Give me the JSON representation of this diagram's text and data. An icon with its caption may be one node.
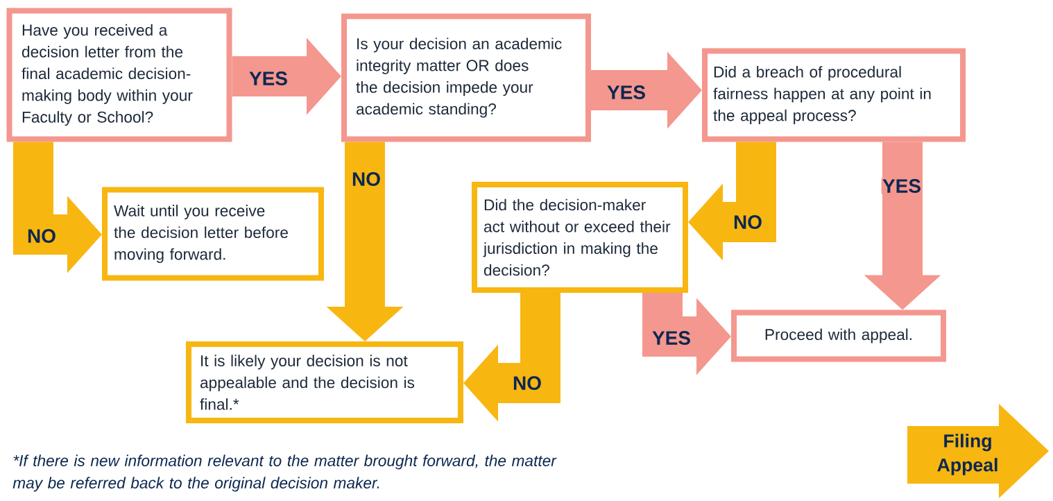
{
  "diagram": {
    "nodes": [
      {
        "text": [
          "Have you received a decision letter from the final academic decision-making body within your Faculty or School?"
        ]
      },
      {
        "text": [
          "Is your decision an academic integrity matter OR does the decision impede your academic standing?"
        ]
      },
      {
        "text": [
          "Did a breach of procedural fairness happen at any point in the appeal process?"
        ]
      },
      {
        "text": [
          "Wait until you receive the decision letter before moving forward."
        ]
      },
      {
        "text": [
          "Did the decision-maker act without or exceed their jurisdiction in making the decision?"
        ]
      },
      {
        "text": [
          "It is likely your decision is not appealable and the decision is final.*"
        ]
      },
      {
        "text": [
          "Proceed with appeal."
        ]
      },
      {
        "text": [
          "Filing Appeal"
        ]
      }
    ],
    "edges": [
      {
        "from": 0,
        "to": 1,
        "arrow": "to",
        "label": "YES",
        "color": "#f4978e"
      },
      {
        "from": 0,
        "to": 3,
        "arrow": "to",
        "label": "NO",
        "color": "#f8b611"
      },
      {
        "from": 1,
        "to": 2,
        "arrow": "to",
        "label": "YES",
        "color": "#f4978e"
      },
      {
        "from": 1,
        "to": 5,
        "arrow": "to",
        "label": "NO",
        "color": "#f8b611"
      },
      {
        "from": 2,
        "to": 4,
        "arrow": "to",
        "label": "NO",
        "color": "#f8b611"
      },
      {
        "from": 2,
        "to": 6,
        "arrow": "to",
        "label": "YES",
        "color": "#f4978e"
      },
      {
        "from": 4,
        "to": 6,
        "arrow": "to",
        "label": "YES",
        "color": "#f4978e"
      },
      {
        "from": 4,
        "to": 5,
        "arrow": "to",
        "label": "NO",
        "color": "#f8b611"
      }
    ],
    "labels": [
      "*If there is new information relevant to the matter brought forward, the matter may be referred back to the original decision maker."
    ]
  }
}
